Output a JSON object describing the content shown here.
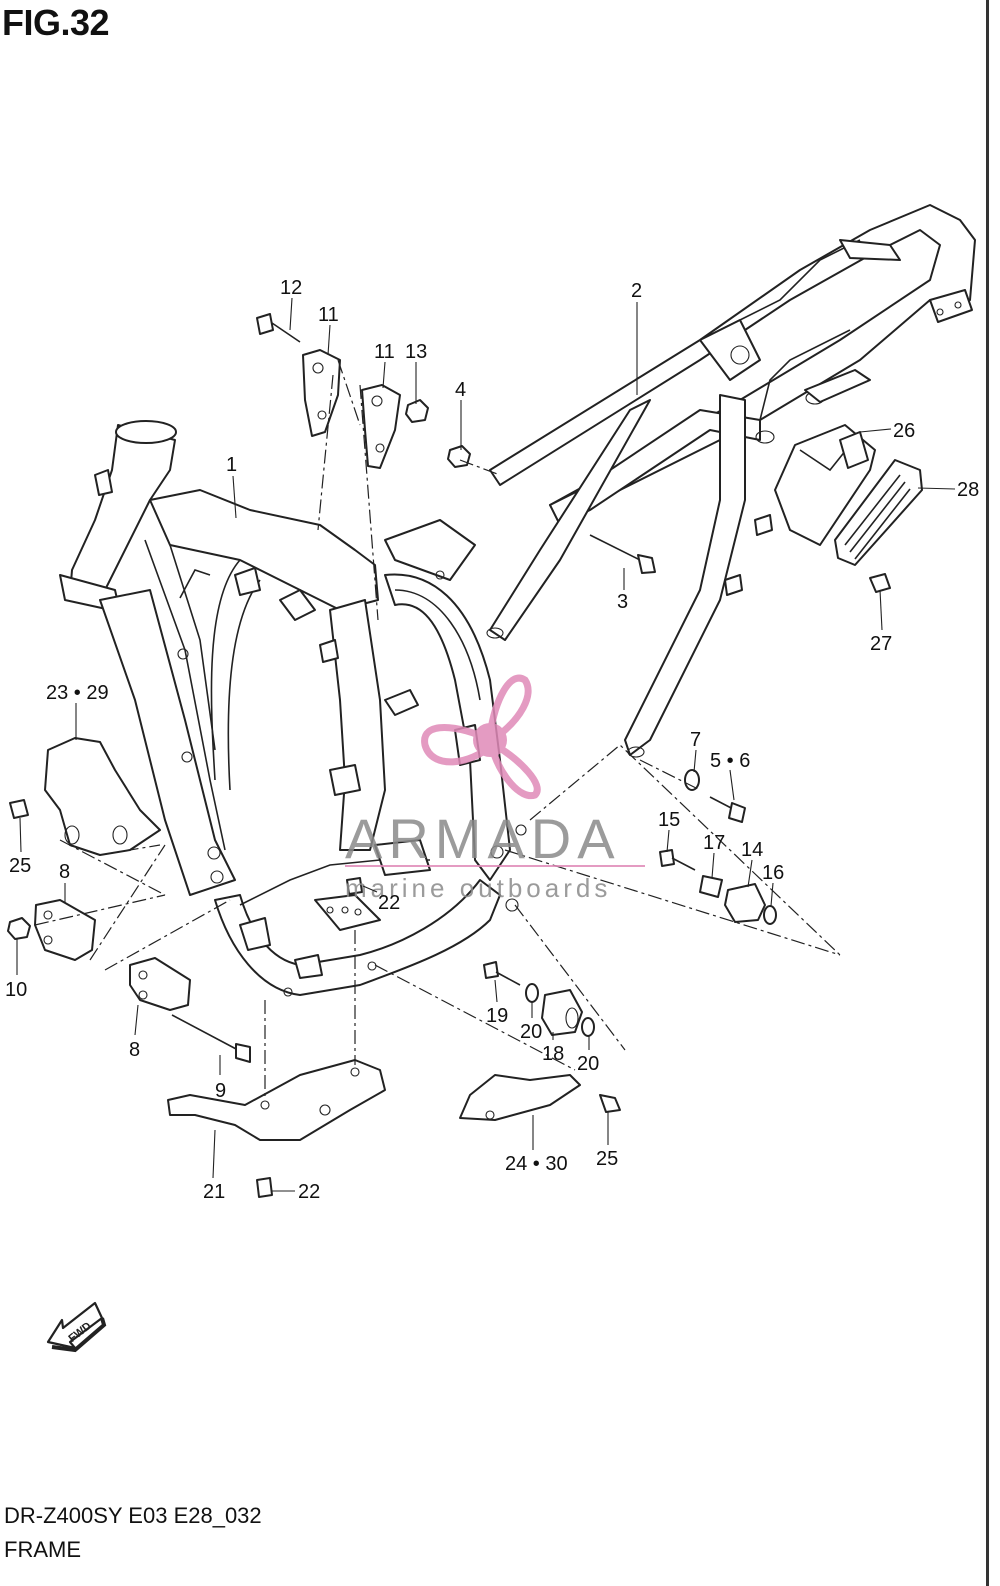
{
  "title": "FIG.32",
  "model_code": "DR-Z400SY  E03  E28_032",
  "section": "FRAME",
  "watermark": {
    "brand": "ARMADA",
    "tagline": "marine outboards",
    "color": "#e08ab8"
  },
  "fwd_label": "FWD",
  "callouts": {
    "c1": "1",
    "c2": "2",
    "c3": "3",
    "c4": "4",
    "c56": "5 • 6",
    "c7": "7",
    "c8a": "8",
    "c8b": "8",
    "c9": "9",
    "c10": "10",
    "c11a": "11",
    "c11b": "11",
    "c12": "12",
    "c13": "13",
    "c14": "14",
    "c15": "15",
    "c16": "16",
    "c17": "17",
    "c18": "18",
    "c19": "19",
    "c20a": "20",
    "c20b": "20",
    "c21": "21",
    "c22a": "22",
    "c22b": "22",
    "c2329": "23 • 29",
    "c2430": "24 • 30",
    "c25a": "25",
    "c25b": "25",
    "c26": "26",
    "c27": "27",
    "c28": "28"
  }
}
